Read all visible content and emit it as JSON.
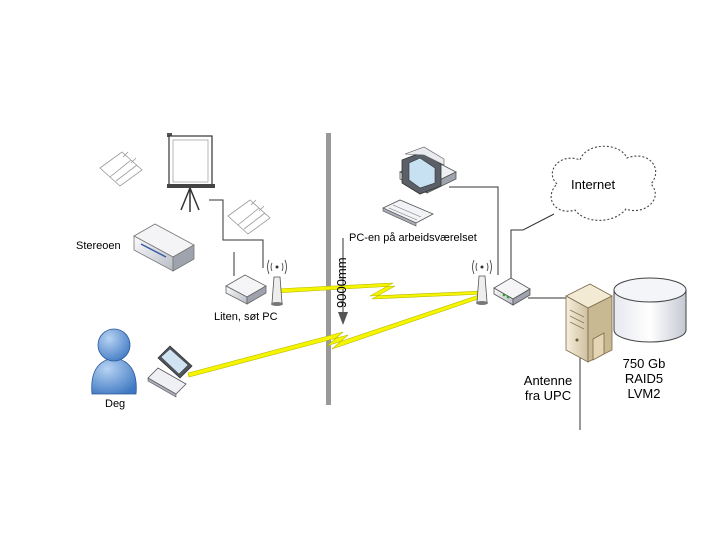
{
  "labels": {
    "stereo": "Stereoen",
    "small_pc": "Liten, søt PC",
    "work_pc": "PC-en på arbeidsværelset",
    "internet": "Internet",
    "me": "Deg",
    "antenna": "Antenne\nfra UPC",
    "storage": "750 Gb\nRAID5\nLVM2",
    "distance": "9000mm"
  },
  "icons": {
    "room_wall": "wall-divider-icon",
    "distance_arrow": "dimension-arrow-icon",
    "projection_screen": "projector-screen-icon",
    "speakers": "speaker-icon",
    "stereo": "stereo-receiver-icon",
    "small_pc": "mini-pc-icon",
    "desktop": "desktop-computer-icon",
    "cloud": "internet-cloud-icon",
    "router": "wireless-router-icon",
    "server": "server-tower-icon",
    "disk": "disk-storage-icon",
    "user": "user-person-icon",
    "laptop": "laptop-icon",
    "wifi": "wifi-antenna-icon",
    "lightning": "wireless-link-icon"
  },
  "colors": {
    "wireless_link": "#f5f500",
    "wall": "#999999",
    "user": "#5b8fd0",
    "cable": "#333333"
  }
}
